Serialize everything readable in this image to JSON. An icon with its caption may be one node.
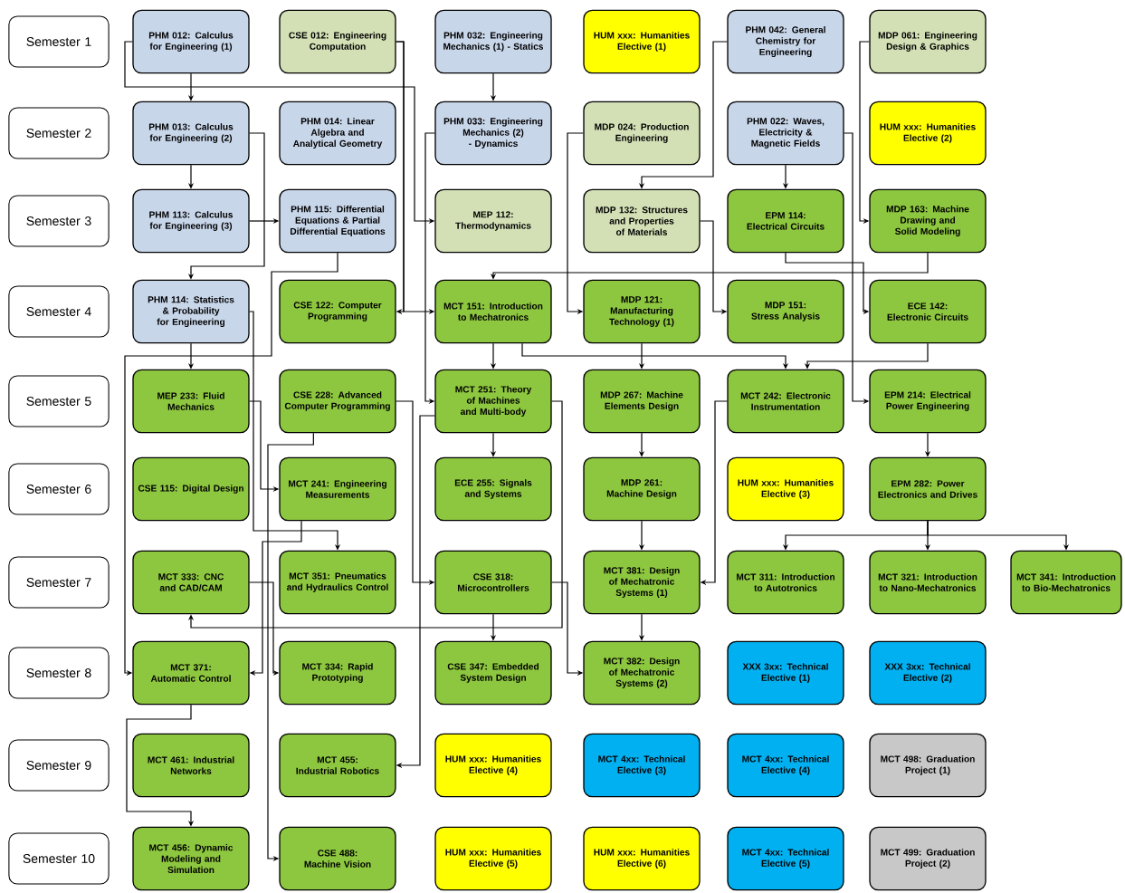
{
  "diagram": {
    "nodes": [
      {
        "text": [
          "Semester 1"
        ]
      },
      {
        "text": [
          "PHM 012: Calculus for Engineering (1)"
        ]
      },
      {
        "text": [
          "CSE 012: Engineering Computation"
        ]
      },
      {
        "text": [
          "PHM 032: Engineering Mechanics (1) - Statics"
        ]
      },
      {
        "text": [
          "HUM xxx: Humanities Elective (1)"
        ]
      },
      {
        "text": [
          "PHM 042: General Chemistry for Engineering"
        ]
      },
      {
        "text": [
          "MDP 061: Engineering Design & Graphics"
        ]
      },
      {
        "text": [
          "Semester 2"
        ]
      },
      {
        "text": [
          "PHM 013: Calculus for Engineering (2)"
        ]
      },
      {
        "text": [
          "PHM 014: Linear Algebra and Analytical Geometry"
        ]
      },
      {
        "text": [
          "PHM 033: Engineering Mechanics (2) - Dynamics"
        ]
      },
      {
        "text": [
          "MDP 024: Production Engineering"
        ]
      },
      {
        "text": [
          "PHM 022: Waves, Electricity & Magnetic Fields"
        ]
      },
      {
        "text": [
          "HUM xxx: Humanities Elective (2)"
        ]
      },
      {
        "text": [
          "Semester 3"
        ]
      },
      {
        "text": [
          "PHM 113: Calculus for Engineering (3)"
        ]
      },
      {
        "text": [
          "PHM 115: Differential Equations & Partial Differential Equations"
        ]
      },
      {
        "text": [
          "MEP 112: Thermodynamics"
        ]
      },
      {
        "text": [
          "MDP 132: Structures and Properties of Materials"
        ]
      },
      {
        "text": [
          "EPM 114: Electrical Circuits"
        ]
      },
      {
        "text": [
          "MDP 163: Machine Drawing and Solid Modeling"
        ]
      },
      {
        "text": [
          "Semester 4"
        ]
      },
      {
        "text": [
          "PHM 114: Statistics & Probability for Engineering"
        ]
      },
      {
        "text": [
          "CSE 122: Computer Programming"
        ]
      },
      {
        "text": [
          "MCT 151: Introduction to Mechatronics"
        ]
      },
      {
        "text": [
          "MDP 121: Manufacturing Technology (1)"
        ]
      },
      {
        "text": [
          "MDP 151: Stress Analysis"
        ]
      },
      {
        "text": [
          "ECE 142: Electronic Circuits"
        ]
      },
      {
        "text": [
          "Semester 5"
        ]
      },
      {
        "text": [
          "MEP 233: Fluid Mechanics"
        ]
      },
      {
        "text": [
          "CSE 228: Advanced Computer Programming"
        ]
      },
      {
        "text": [
          "MCT 251: Theory of Machines and Multi-body"
        ]
      },
      {
        "text": [
          "MDP 267: Machine Elements Design"
        ]
      },
      {
        "text": [
          "MCT 242: Electronic Instrumentation"
        ]
      },
      {
        "text": [
          "EPM 214: Electrical Power Engineering"
        ]
      },
      {
        "text": [
          "Semester 6"
        ]
      },
      {
        "text": [
          "CSE 115: Digital Design"
        ]
      },
      {
        "text": [
          "MCT 241: Engineering Measurements"
        ]
      },
      {
        "text": [
          "ECE 255: Signals and Systems"
        ]
      },
      {
        "text": [
          "MDP 261: Machine Design"
        ]
      },
      {
        "text": [
          "HUM xxx: Humanities Elective (3)"
        ]
      },
      {
        "text": [
          "EPM 282: Power Electronics and Drives"
        ]
      },
      {
        "text": [
          "Semester 7"
        ]
      },
      {
        "text": [
          "MCT 333: CNC and CAD/CAM"
        ]
      },
      {
        "text": [
          "MCT 351: Pneumatics and Hydraulics Control"
        ]
      },
      {
        "text": [
          "CSE 318: Microcontrollers"
        ]
      },
      {
        "text": [
          "MCT 381: Design of Mechatronic Systems (1)"
        ]
      },
      {
        "text": [
          "MCT 311: Introduction to Autotronics"
        ]
      },
      {
        "text": [
          "MCT 321: Introduction to Nano-Mechatronics"
        ]
      },
      {
        "text": [
          "MCT 341: Introduction to Bio-Mechatronics"
        ]
      },
      {
        "text": [
          "Semester 8"
        ]
      },
      {
        "text": [
          "MCT 371: Automatic Control"
        ]
      },
      {
        "text": [
          "MCT 334: Rapid Prototyping"
        ]
      },
      {
        "text": [
          "CSE 347: Embedded System Design"
        ]
      },
      {
        "text": [
          "MCT 382: Design of Mechatronic Systems (2)"
        ]
      },
      {
        "text": [
          "XXX 3xx: Technical Elective (1)"
        ]
      },
      {
        "text": [
          "XXX 3xx: Technical Elective (2)"
        ]
      },
      {
        "text": [
          "Semester 9"
        ]
      },
      {
        "text": [
          "MCT 461: Industrial Networks"
        ]
      },
      {
        "text": [
          "MCT 455: Industrial Robotics"
        ]
      },
      {
        "text": [
          "HUM xxx: Humanities Elective (4)"
        ]
      },
      {
        "text": [
          "MCT 4xx: Technical Elective (3)"
        ]
      },
      {
        "text": [
          "MCT 4xx: Technical Elective (4)"
        ]
      },
      {
        "text": [
          "MCT 498: Graduation Project (1)"
        ]
      },
      {
        "text": [
          "Semester 10"
        ]
      },
      {
        "text": [
          "MCT 456: Dynamic Modeling and Simulation"
        ]
      },
      {
        "text": [
          "CSE 488: Machine Vision"
        ]
      },
      {
        "text": [
          "HUM xxx: Humanities Elective (5)"
        ]
      },
      {
        "text": [
          "HUM xxx: Humanities Elective (6)"
        ]
      },
      {
        "text": [
          "MCT 4xx: Technical Elective (5)"
        ]
      },
      {
        "text": [
          "MCT 499: Graduation Project (2)"
        ]
      }
    ],
    "edges": [
      {
        "from": 1,
        "to": 8,
        "arrow": "to"
      },
      {
        "from": 1,
        "to": 17,
        "arrow": "to"
      },
      {
        "from": 2,
        "to": 23,
        "arrow": "to"
      },
      {
        "from": 2,
        "to": 24,
        "arrow": "to"
      },
      {
        "from": 10,
        "to": 31,
        "arrow": "to"
      },
      {
        "from": 3,
        "to": 10,
        "arrow": "to"
      },
      {
        "from": 5,
        "to": 18,
        "arrow": "to"
      },
      {
        "from": 6,
        "to": 20,
        "arrow": "to"
      },
      {
        "from": 12,
        "to": 19,
        "arrow": "to"
      },
      {
        "from": 12,
        "to": 34,
        "arrow": "to"
      },
      {
        "from": 19,
        "to": 27,
        "arrow": "to"
      },
      {
        "from": 8,
        "to": 15,
        "arrow": "to"
      },
      {
        "from": 15,
        "to": 16,
        "arrow": "to"
      },
      {
        "from": 8,
        "to": 22,
        "arrow": "to"
      },
      {
        "from": 22,
        "to": 29,
        "arrow": "to"
      },
      {
        "from": 16,
        "to": 51,
        "arrow": "to"
      },
      {
        "from": 11,
        "to": 25,
        "arrow": "to"
      },
      {
        "from": 20,
        "to": 24,
        "arrow": "to"
      },
      {
        "from": 18,
        "to": 26,
        "arrow": "to"
      },
      {
        "from": 24,
        "to": 31,
        "arrow": "to"
      },
      {
        "from": 25,
        "to": 32,
        "arrow": "to"
      },
      {
        "from": 24,
        "to": 33,
        "arrow": "to"
      },
      {
        "from": 27,
        "to": 33,
        "arrow": "to"
      },
      {
        "from": 34,
        "to": 41,
        "arrow": "to"
      },
      {
        "from": 31,
        "to": 38,
        "arrow": "to"
      },
      {
        "from": 29,
        "to": 37,
        "arrow": "to"
      },
      {
        "from": 32,
        "to": 39,
        "arrow": "to"
      },
      {
        "from": 41,
        "to": 47,
        "arrow": "to"
      },
      {
        "from": 41,
        "to": 48,
        "arrow": "to"
      },
      {
        "from": 41,
        "to": 49,
        "arrow": "to"
      },
      {
        "from": 39,
        "to": 46,
        "arrow": "to"
      },
      {
        "from": 33,
        "to": 46,
        "arrow": "to"
      },
      {
        "from": 22,
        "to": 44,
        "arrow": "to"
      },
      {
        "from": 30,
        "to": 45,
        "arrow": "to"
      },
      {
        "from": 45,
        "to": 53,
        "arrow": "to"
      },
      {
        "from": 45,
        "to": 54,
        "arrow": "to"
      },
      {
        "from": 46,
        "to": 54,
        "arrow": "to"
      },
      {
        "from": 43,
        "to": 52,
        "arrow": "to"
      },
      {
        "from": 37,
        "to": 51,
        "arrow": "to"
      },
      {
        "from": 51,
        "to": 65,
        "arrow": "to"
      },
      {
        "from": 31,
        "to": 59,
        "arrow": "to"
      },
      {
        "from": 30,
        "to": 66,
        "arrow": "to"
      },
      {
        "from": 31,
        "to": 43,
        "arrow": "to"
      }
    ]
  }
}
